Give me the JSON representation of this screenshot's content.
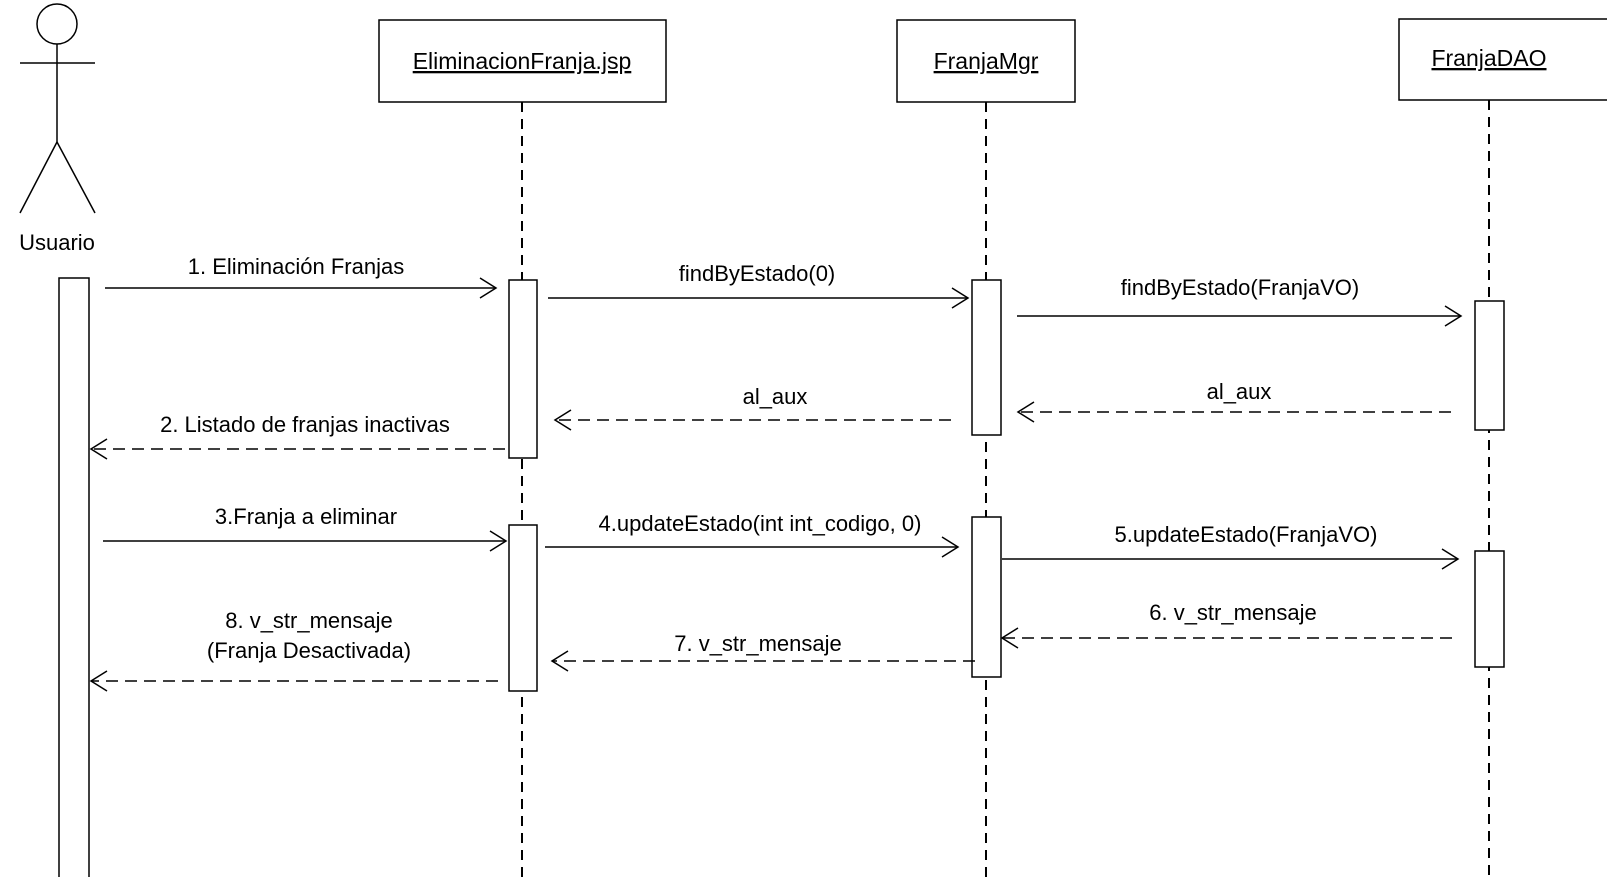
{
  "actor": {
    "name": "Usuario"
  },
  "objects": {
    "jsp": "EliminacionFranja.jsp",
    "mgr": "FranjaMgr",
    "dao": "FranjaDAO"
  },
  "messages": {
    "m1": "1. Eliminación Franjas",
    "find_mgr": "findByEstado(0)",
    "find_dao": "findByEstado(FranjaVO)",
    "ret_dao": "al_aux",
    "ret_mgr": "al_aux",
    "m2": "2. Listado de franjas inactivas",
    "m3": "3.Franja a eliminar",
    "m4": "4.updateEstado(int int_codigo, 0)",
    "m5": "5.updateEstado(FranjaVO)",
    "m6": "6. v_str_mensaje",
    "m7": "7. v_str_mensaje",
    "m8_line1": "8. v_str_mensaje",
    "m8_line2": "(Franja Desactivada)"
  }
}
